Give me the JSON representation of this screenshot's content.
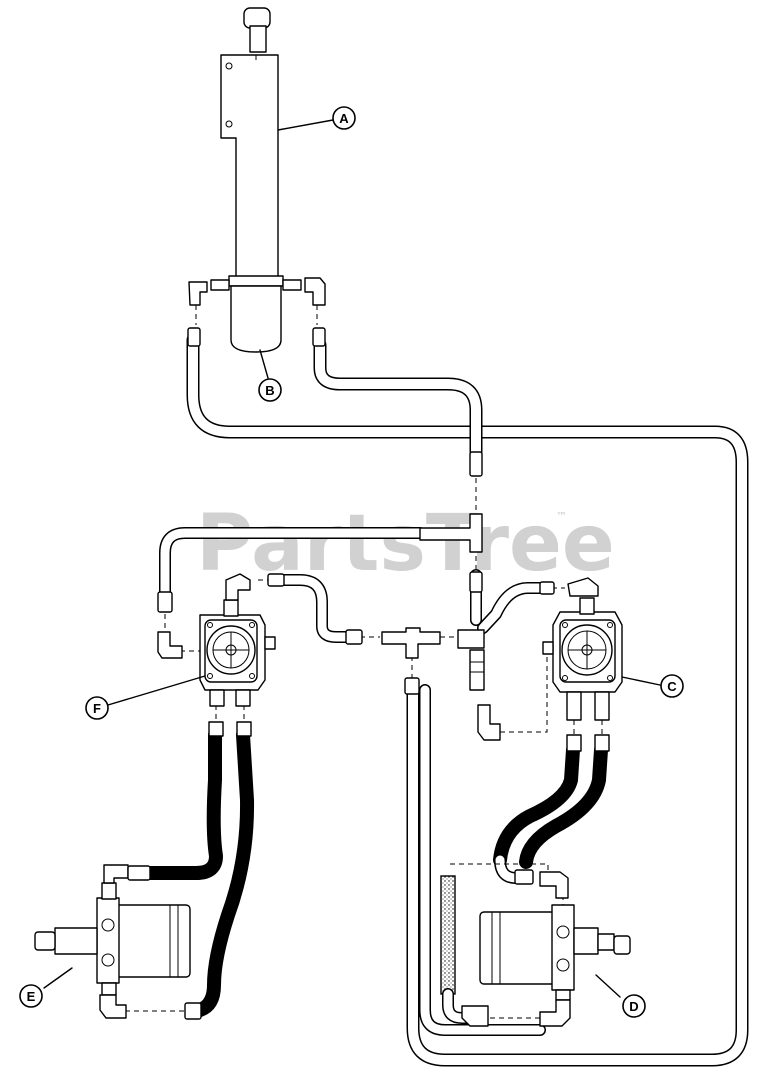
{
  "watermark": {
    "text": "PartsTree",
    "trademark": "™"
  },
  "callouts": [
    {
      "id": "A",
      "label": "A"
    },
    {
      "id": "B",
      "label": "B"
    },
    {
      "id": "C",
      "label": "C"
    },
    {
      "id": "D",
      "label": "D"
    },
    {
      "id": "E",
      "label": "E"
    },
    {
      "id": "F",
      "label": "F"
    }
  ]
}
